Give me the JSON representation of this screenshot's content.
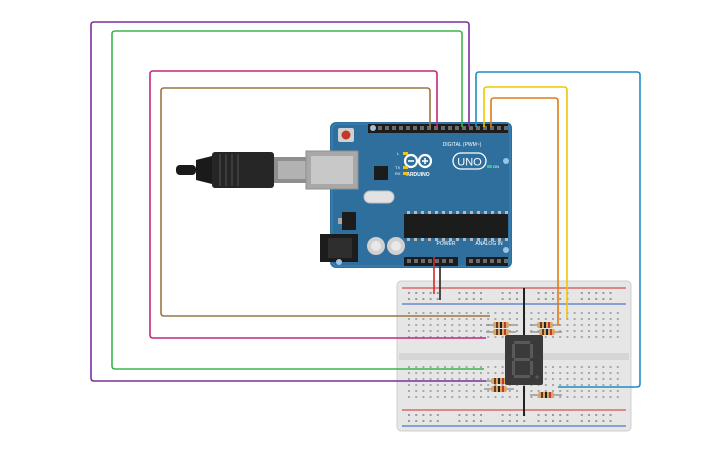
{
  "board": {
    "brand": "ARDUINO",
    "model": "UNO",
    "digital_label": "DIGITAL (PWM~)",
    "power_label": "POWER",
    "analog_label": "ANALOG IN",
    "rx_label": "RX",
    "tx_label": "TX",
    "l_label": "L",
    "on_label": "ON"
  },
  "display": {
    "digit": "8"
  },
  "wire_colors": {
    "purple": "#7b2f9c",
    "green": "#3bb54a",
    "magenta": "#c2267f",
    "brown": "#9a7444",
    "blue": "#1f8ec4",
    "yellow": "#f2c500",
    "orange": "#e07b12",
    "red": "#d42a2a",
    "black": "#222222"
  },
  "colors": {
    "board_blue": "#2e6f9e",
    "breadboard": "#e6e6e6",
    "display_body": "#3a3a3a",
    "resistor": "#d8a766"
  }
}
